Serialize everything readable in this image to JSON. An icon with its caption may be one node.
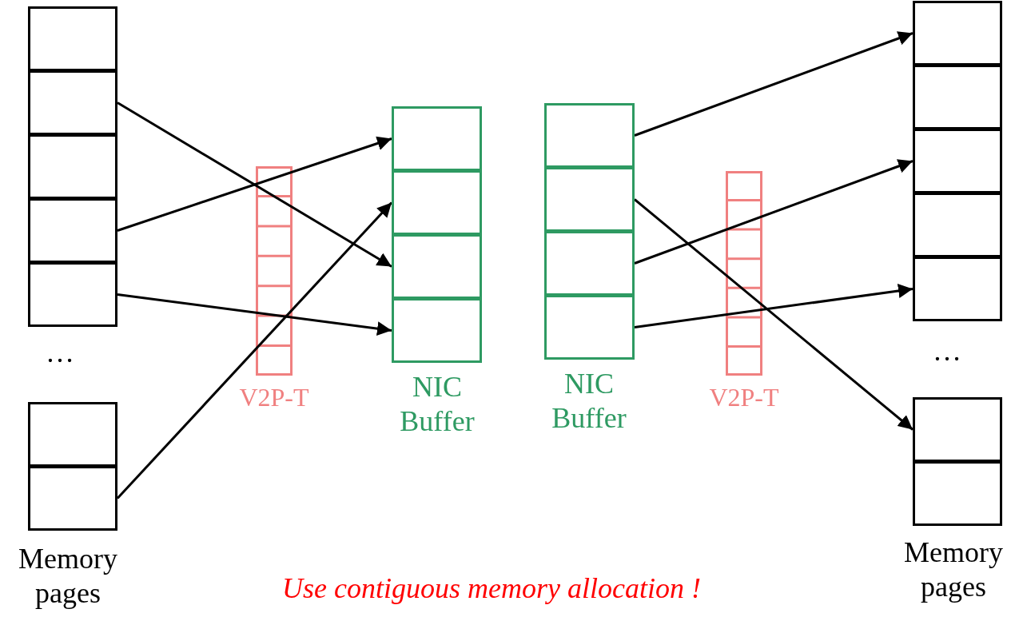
{
  "diagram": {
    "caption": "Use contiguous memory allocation !",
    "nodes": [
      {
        "text": [],
        "shape": "box"
      },
      {
        "text": [],
        "shape": "box"
      },
      {
        "text": [],
        "shape": "box"
      },
      {
        "text": [],
        "shape": "box"
      },
      {
        "text": [],
        "shape": "box"
      },
      {
        "text": [],
        "shape": "box"
      },
      {
        "text": [],
        "shape": "box"
      },
      {
        "text": [
          "NIC Buffer"
        ]
      },
      {
        "text": [],
        "shape": "box",
        "in": 7
      },
      {
        "text": [],
        "shape": "box",
        "in": 7
      },
      {
        "text": [],
        "shape": "box",
        "in": 7
      },
      {
        "text": [],
        "shape": "box",
        "in": 7
      },
      {
        "text": [
          "NIC Buffer"
        ]
      },
      {
        "text": [],
        "shape": "box",
        "in": 12
      },
      {
        "text": [],
        "shape": "box",
        "in": 12
      },
      {
        "text": [],
        "shape": "box",
        "in": 12
      },
      {
        "text": [],
        "shape": "box",
        "in": 12
      },
      {
        "text": [],
        "shape": "box"
      },
      {
        "text": [],
        "shape": "box"
      },
      {
        "text": [],
        "shape": "box"
      },
      {
        "text": [],
        "shape": "box"
      },
      {
        "text": [],
        "shape": "box"
      },
      {
        "text": [],
        "shape": "box"
      },
      {
        "text": [],
        "shape": "box"
      }
    ],
    "edges": [
      {
        "from": 1,
        "to": 10,
        "arrow": "to"
      },
      {
        "from": 3,
        "to": 8,
        "arrow": "to"
      },
      {
        "from": 4,
        "to": 11,
        "arrow": "to"
      },
      {
        "from": 6,
        "to": 9,
        "arrow": "to"
      },
      {
        "from": 13,
        "to": 17,
        "arrow": "to"
      },
      {
        "from": 14,
        "to": 22,
        "arrow": "to"
      },
      {
        "from": 15,
        "to": 19,
        "arrow": "to"
      },
      {
        "from": 16,
        "to": 21,
        "arrow": "to"
      }
    ],
    "labels": [
      "…",
      "Memory pages",
      "V2P-T",
      "V2P-T",
      "…",
      "Memory pages"
    ]
  }
}
